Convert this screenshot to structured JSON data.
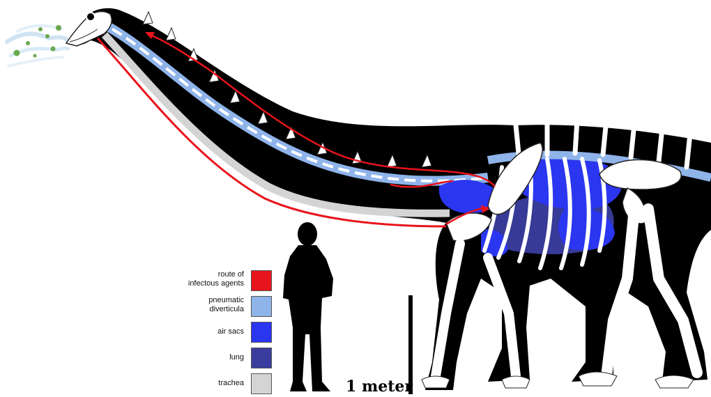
{
  "legend": {
    "items": [
      {
        "label": "route of infectous agents",
        "line1": "route of",
        "line2": "infectous agents",
        "color": "#e8141c"
      },
      {
        "label": "pneumatic diverticula",
        "line1": "pneumatic",
        "line2": "diverticula",
        "color": "#8fb4ea"
      },
      {
        "label": "air sacs",
        "line1": "air sacs",
        "line2": "",
        "color": "#2b36f0"
      },
      {
        "label": "lung",
        "line1": "lung",
        "line2": "",
        "color": "#3a3d9e"
      },
      {
        "label": "trachea",
        "line1": "trachea",
        "line2": "",
        "color": "#d4d4d4"
      }
    ]
  },
  "scale_bar": {
    "label": "1 meter"
  },
  "colors": {
    "body": "#000000",
    "bone": "#ffffff",
    "route": "#e8141c",
    "diverticula": "#8fb4ea",
    "air_sacs": "#2b36f0",
    "lung": "#3a3d9e",
    "trachea": "#d4d4d4",
    "pathogen": "#6aa84f"
  }
}
